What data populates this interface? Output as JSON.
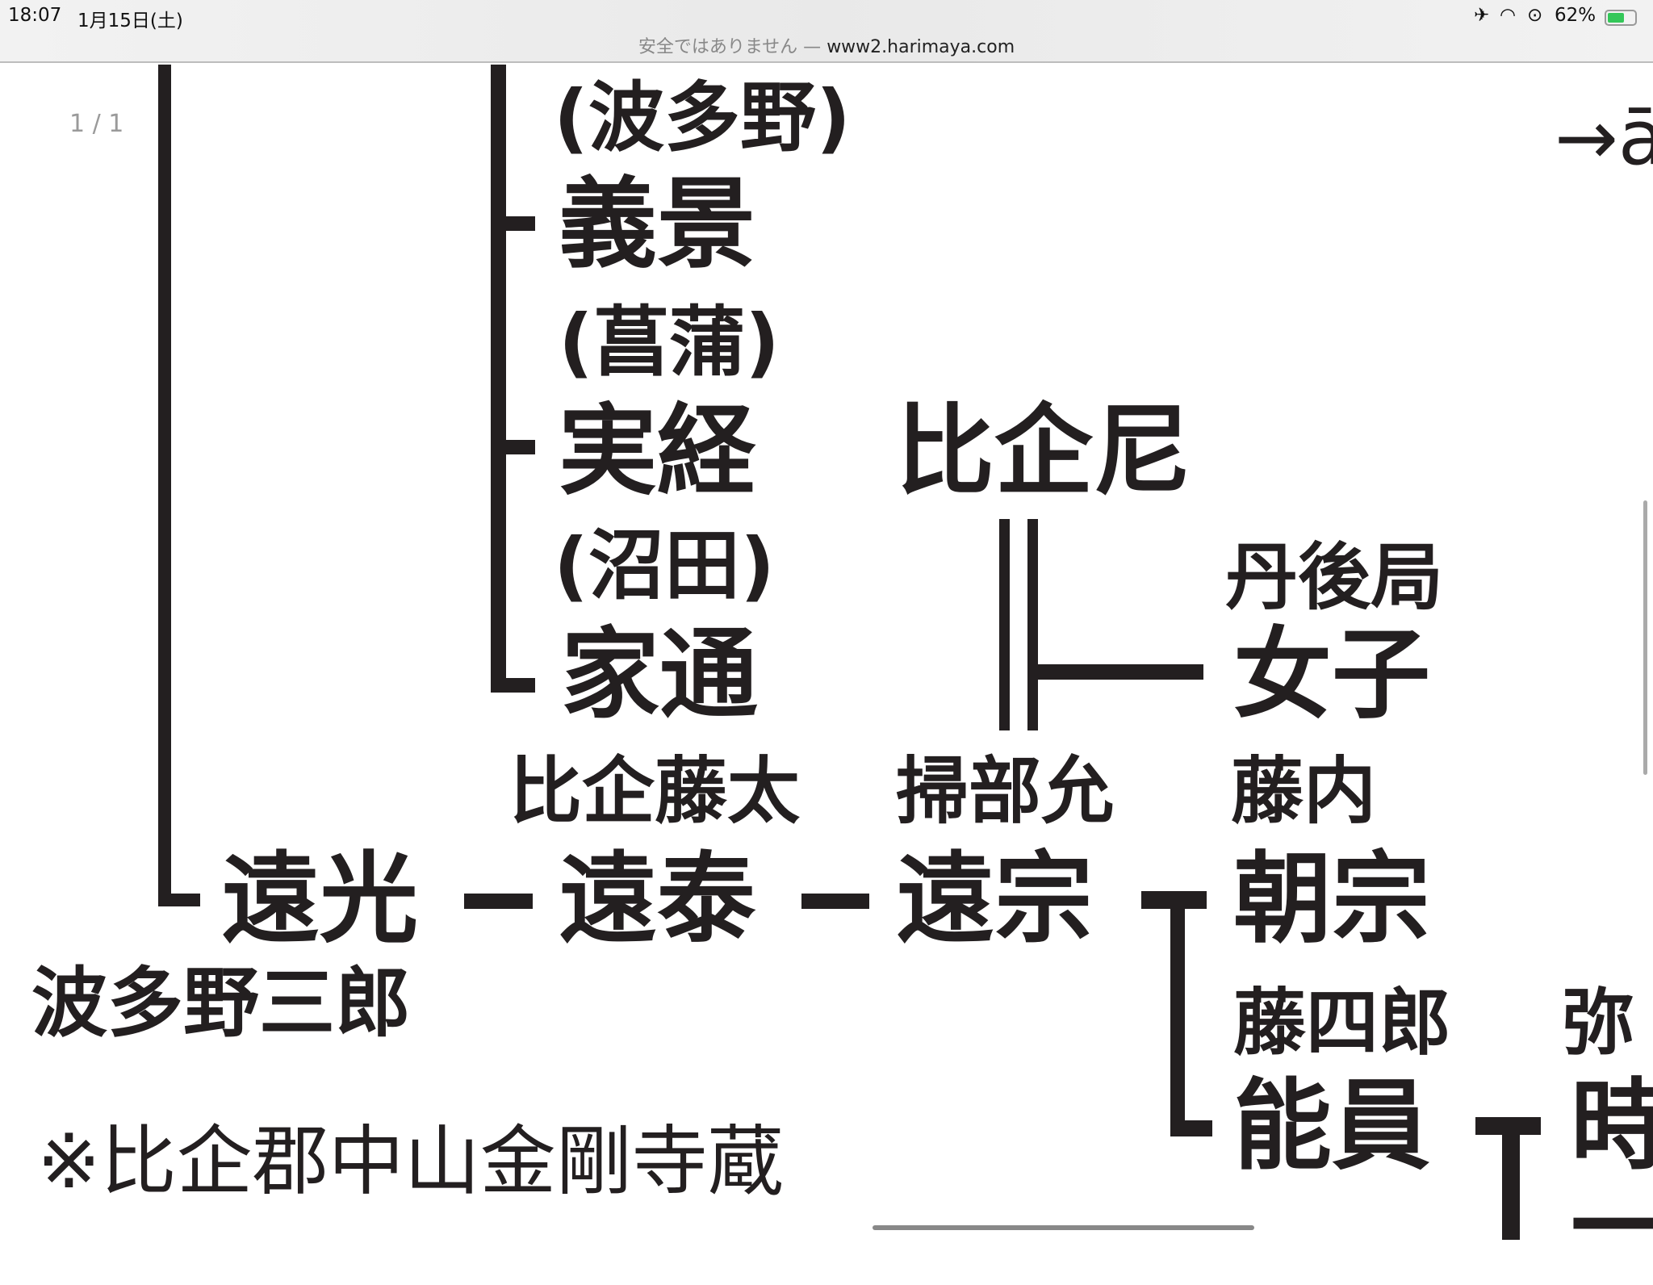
{
  "status_bar": {
    "time": "18:07",
    "date": "1月15日(土)",
    "battery": "62%",
    "icons": [
      "airplane-icon",
      "wifi-icon",
      "orientation-lock-icon",
      "battery-charging-icon"
    ]
  },
  "address_bar": {
    "security": "安全ではありません —",
    "domain": "www2.harimaya.com"
  },
  "page_indicator": "1 / 1",
  "tree": {
    "hatano_paren": "(波多野)",
    "yoshikage": "義景",
    "shobu_paren": "(菖蒲)",
    "sanetsune": "実経",
    "hikiama": "比企尼",
    "numata_paren": "(沼田)",
    "ietsu": "家通",
    "tango": "丹後局",
    "joshi": "女子",
    "hiki_tota": "比企藤太",
    "kamon": "掃部允",
    "tonai": "藤内",
    "tomitsu": "遠光",
    "toyasu": "遠泰",
    "tomune": "遠宗",
    "tomomune": "朝宗",
    "hatano_saburo": "波多野三郎",
    "toshiro": "藤四郎",
    "ya": "弥",
    "yoshikazu": "能員",
    "toki": "時",
    "ichi": "一",
    "arrow_text": "→ā"
  },
  "note": "※比企郡中山金剛寺蔵"
}
